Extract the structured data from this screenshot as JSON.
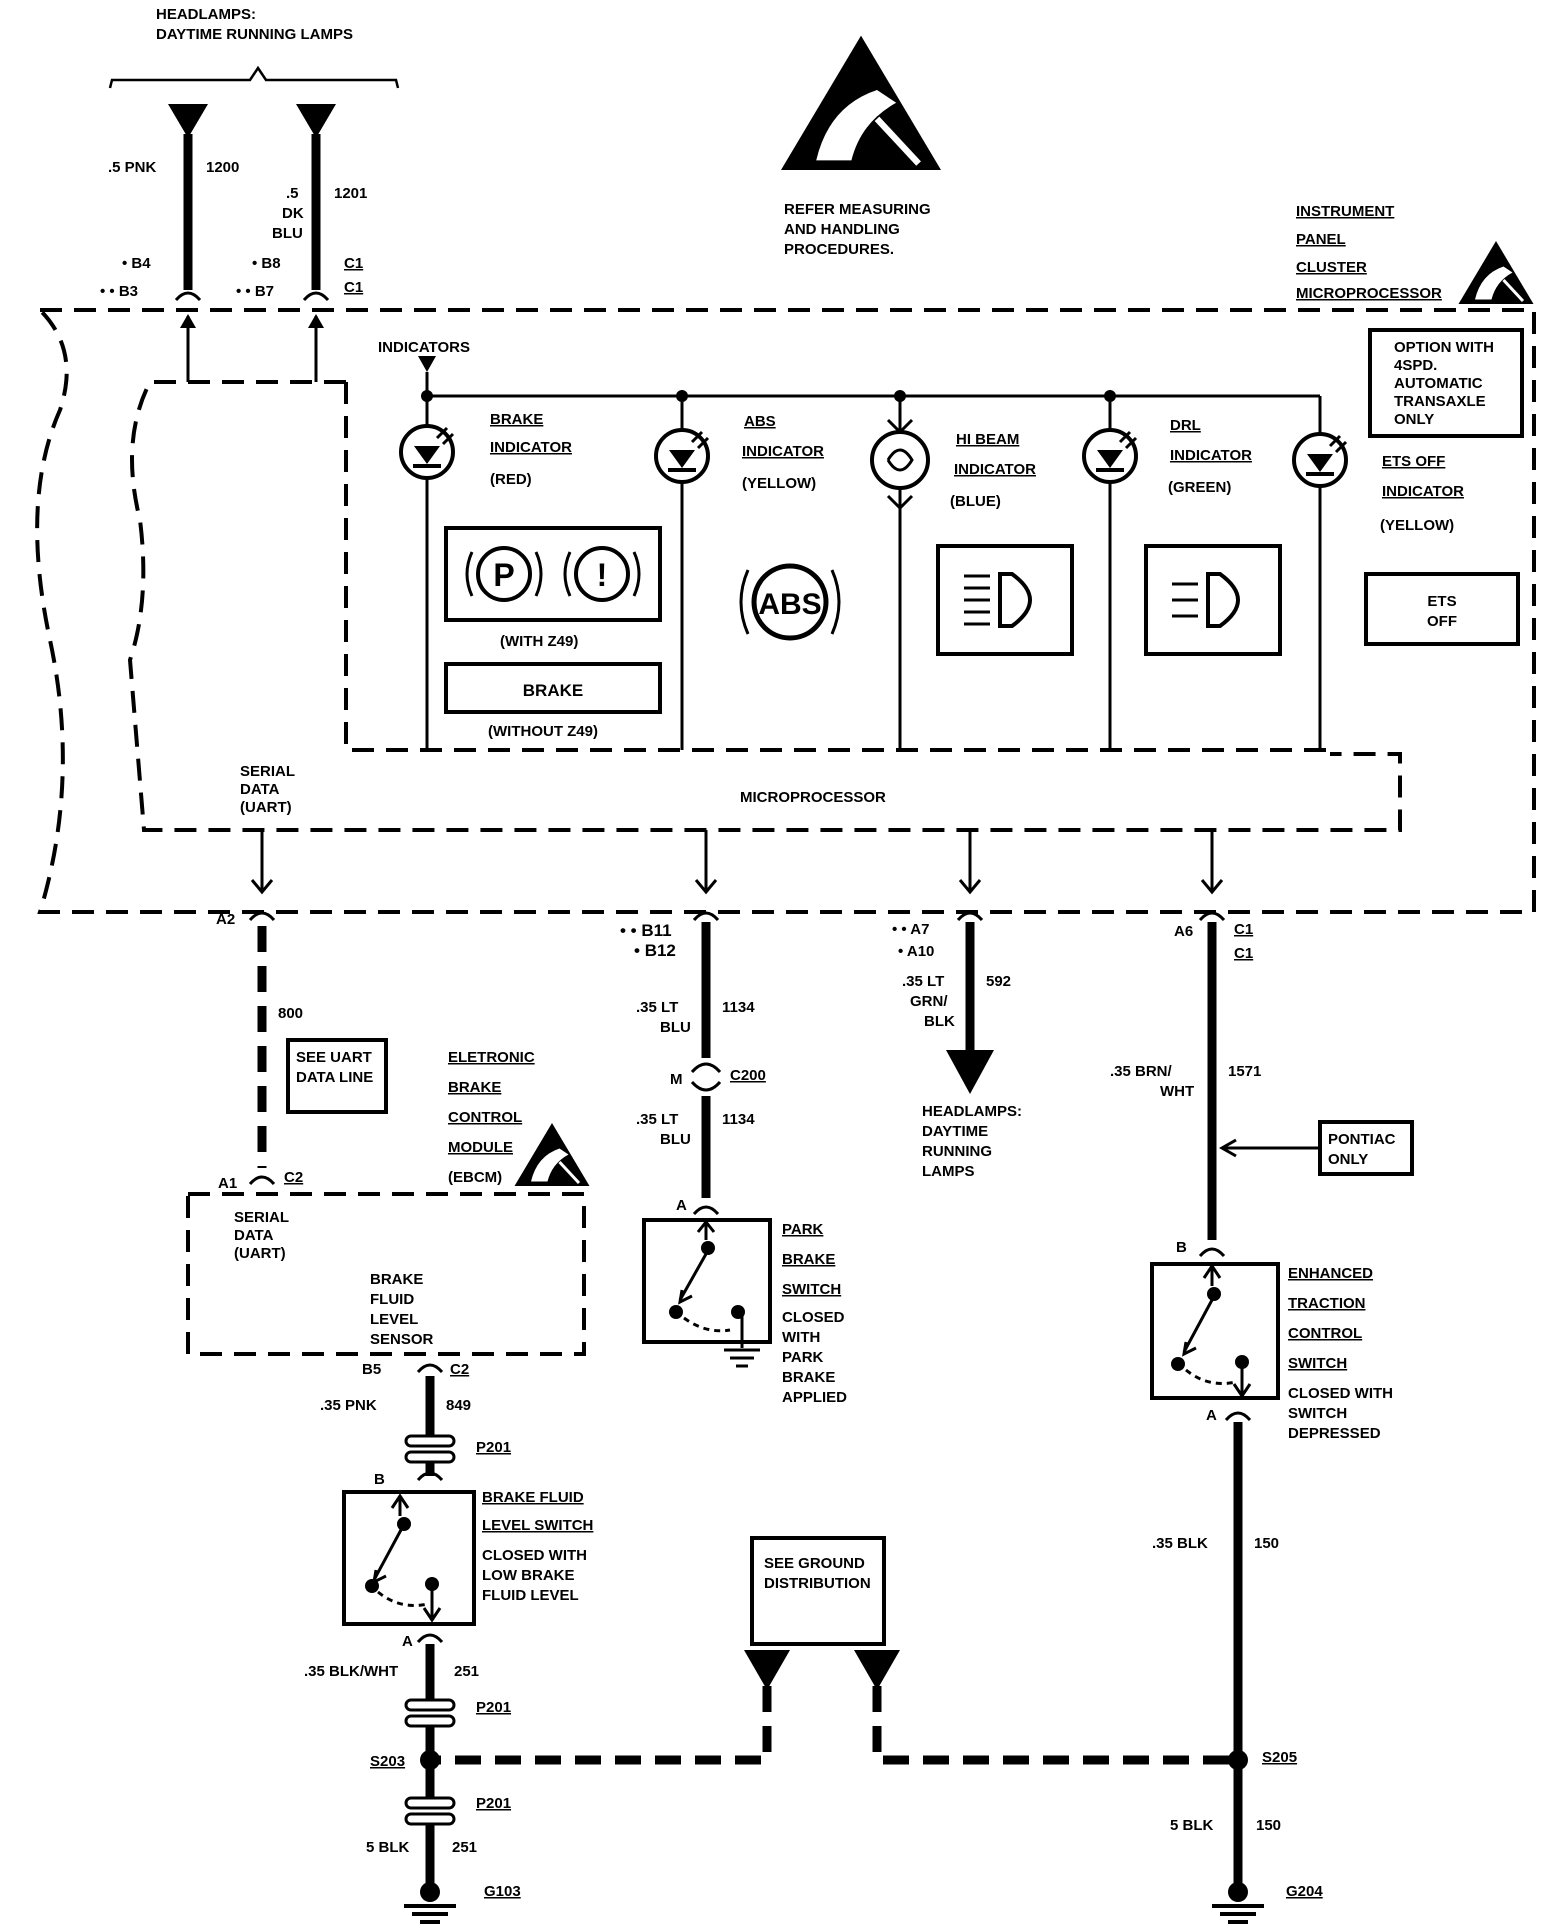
{
  "header": {
    "headlamps_top": [
      "HEADLAMPS:",
      "DAYTIME RUNNING LAMPS"
    ],
    "esd_note": [
      "REFER MEASURING",
      "AND HANDLING",
      "PROCEDURES."
    ],
    "ipc_title": [
      "INSTRUMENT",
      "PANEL",
      "CLUSTER",
      "MICROPROCESSOR"
    ]
  },
  "top_wires": {
    "left": {
      "size_color": ".5 PNK",
      "circuit": "1200",
      "pin1": "B4",
      "pin2": "B3"
    },
    "right": {
      "size": ".5",
      "color1": "DK",
      "color2": "BLU",
      "circuit": "1201",
      "pin1": "B8",
      "pin2": "B7",
      "conn1": "C1",
      "conn2": "C1"
    }
  },
  "indicators_label": "INDICATORS",
  "option_box": [
    "OPTION WITH",
    "4SPD.",
    "AUTOMATIC",
    "TRANSAXLE",
    "ONLY"
  ],
  "indicators": {
    "brake": {
      "name": [
        "BRAKE",
        "INDICATOR"
      ],
      "color": "(RED)",
      "icon_p": "P",
      "icon_i": "!",
      "with": "(WITH Z49)",
      "label": "BRAKE",
      "without": "(WITHOUT Z49)"
    },
    "abs": {
      "name": [
        "ABS",
        "INDICATOR"
      ],
      "color": "(YELLOW)",
      "icon": "ABS"
    },
    "hibeam": {
      "name": [
        "HI BEAM",
        "INDICATOR"
      ],
      "color": "(BLUE)"
    },
    "drl": {
      "name": [
        "DRL",
        "INDICATOR"
      ],
      "color": "(GREEN)"
    },
    "ets": {
      "name": [
        "ETS OFF",
        "INDICATOR"
      ],
      "color": "(YELLOW)",
      "icon": [
        "ETS",
        "OFF"
      ]
    }
  },
  "serial_data_top": [
    "SERIAL",
    "DATA",
    "(UART)"
  ],
  "microprocessor": "MICROPROCESSOR",
  "bottom_pins": {
    "a2": "A2",
    "b11": "B11",
    "b12": "B12",
    "a7": "A7",
    "a10": "A10",
    "a6": "A6",
    "c1a": "C1",
    "c1b": "C1"
  },
  "wire_800": {
    "circuit": "800",
    "note": [
      "SEE UART",
      "DATA LINE"
    ]
  },
  "wire_1134": {
    "size": ".35 LT",
    "color": "BLU",
    "circuit": "1134",
    "connector": "C200",
    "pin": "M"
  },
  "wire_592": {
    "size": ".35 LT",
    "color1": "GRN/",
    "color2": "BLK",
    "circuit": "592",
    "dest": [
      "HEADLAMPS:",
      "DAYTIME",
      "RUNNING",
      "LAMPS"
    ]
  },
  "wire_1571": {
    "size": ".35 BRN/",
    "color": "WHT",
    "circuit": "1571",
    "note": [
      "PONTIAC",
      "ONLY"
    ]
  },
  "ebcm": {
    "title": [
      "ELETRONIC",
      "BRAKE",
      "CONTROL",
      "MODULE",
      "(EBCM)"
    ],
    "pin_a1": "A1",
    "conn_c2": "C2",
    "serial": [
      "SERIAL",
      "DATA",
      "(UART)"
    ],
    "sensor": [
      "BRAKE",
      "FLUID",
      "LEVEL",
      "SENSOR"
    ],
    "pin_b5": "B5",
    "conn_c2b": "C2"
  },
  "park_brake_switch": {
    "pin": "A",
    "name": [
      "PARK",
      "BRAKE",
      "SWITCH"
    ],
    "state": [
      "CLOSED",
      "WITH",
      "PARK",
      "BRAKE",
      "APPLIED"
    ]
  },
  "etc_switch": {
    "pin_b": "B",
    "pin_a": "A",
    "name": [
      "ENHANCED",
      "TRACTION",
      "CONTROL",
      "SWITCH"
    ],
    "state": [
      "CLOSED WITH",
      "SWITCH",
      "DEPRESSED"
    ]
  },
  "wire_849": {
    "size": ".35 PNK",
    "circuit": "849",
    "connector": "P201"
  },
  "brake_fluid_switch": {
    "pin_b": "B",
    "pin_a": "A",
    "name": [
      "BRAKE FLUID",
      "LEVEL SWITCH"
    ],
    "state": [
      "CLOSED WITH",
      "LOW BRAKE",
      "FLUID LEVEL"
    ]
  },
  "wire_251a": {
    "size": ".35 BLK/WHT",
    "circuit": "251",
    "connector": "P201"
  },
  "ground_note": [
    "SEE GROUND",
    "DISTRIBUTION"
  ],
  "splices": {
    "s203": "S203",
    "s205": "S205"
  },
  "wire_150a": {
    "size": ".35 BLK",
    "circuit": "150"
  },
  "wire_251b": {
    "size": "5 BLK",
    "circuit": "251",
    "connector": "P201"
  },
  "wire_150b": {
    "size": "5 BLK",
    "circuit": "150"
  },
  "grounds": {
    "g103": "G103",
    "g204": "G204"
  }
}
